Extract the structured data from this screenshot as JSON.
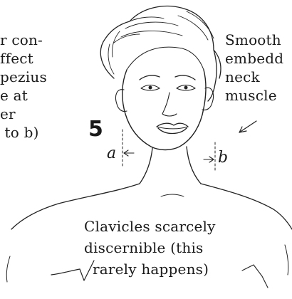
{
  "figure_number": "5",
  "left_caption_lines": [
    "r con-",
    "ffect",
    "pezius",
    "e at",
    "er",
    " to b)"
  ],
  "right_caption_lines": [
    "Smooth",
    "embedd",
    "neck",
    "muscle"
  ],
  "bottom_caption_lines": [
    "Clavicles scarcely",
    "discernible (this",
    "rarely happens)"
  ],
  "markers": {
    "left": "a",
    "right": "b"
  }
}
